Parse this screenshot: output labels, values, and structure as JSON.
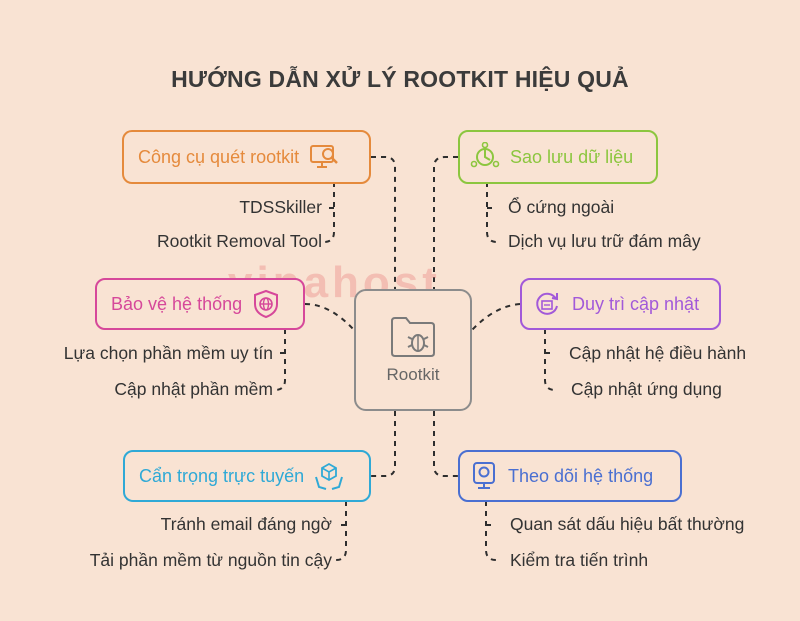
{
  "title": "HƯỚNG DẪN XỬ LÝ ROOTKIT HIỆU QUẢ",
  "center": {
    "label": "Rootkit",
    "icon": "folder-bug-icon"
  },
  "watermark": "vinahost.",
  "branches": [
    {
      "label": "Công cụ quét rootkit",
      "icon": "monitor-search-icon",
      "color": "#e58a3c",
      "items": [
        "TDSSkiller",
        "Rootkit Removal Tool"
      ]
    },
    {
      "label": "Bảo vệ hệ thống",
      "icon": "shield-globe-icon",
      "color": "#d6489a",
      "items": [
        "Lựa chọn phần mềm uy tín",
        "Cập nhật phần mềm"
      ]
    },
    {
      "label": "Cẩn trọng trực tuyến",
      "icon": "hands-box-icon",
      "color": "#2fa9d6",
      "items": [
        "Tránh email đáng ngờ",
        "Tải phần mềm từ nguồn tin cậy"
      ]
    },
    {
      "label": "Sao lưu dữ liệu",
      "icon": "backup-cycle-icon",
      "color": "#8cc63f",
      "items": [
        "Ổ cứng ngoài",
        "Dịch vụ lưu trữ đám mây"
      ]
    },
    {
      "label": "Duy trì cập nhật",
      "icon": "update-refresh-icon",
      "color": "#a259d9",
      "items": [
        "Cập nhật hệ điều hành",
        "Cập nhật ứng dụng"
      ]
    },
    {
      "label": "Theo dõi hệ thống",
      "icon": "monitor-camera-icon",
      "color": "#4a6fd1",
      "items": [
        "Quan sát dấu hiệu bất thường",
        "Kiểm tra tiến trình"
      ]
    }
  ]
}
